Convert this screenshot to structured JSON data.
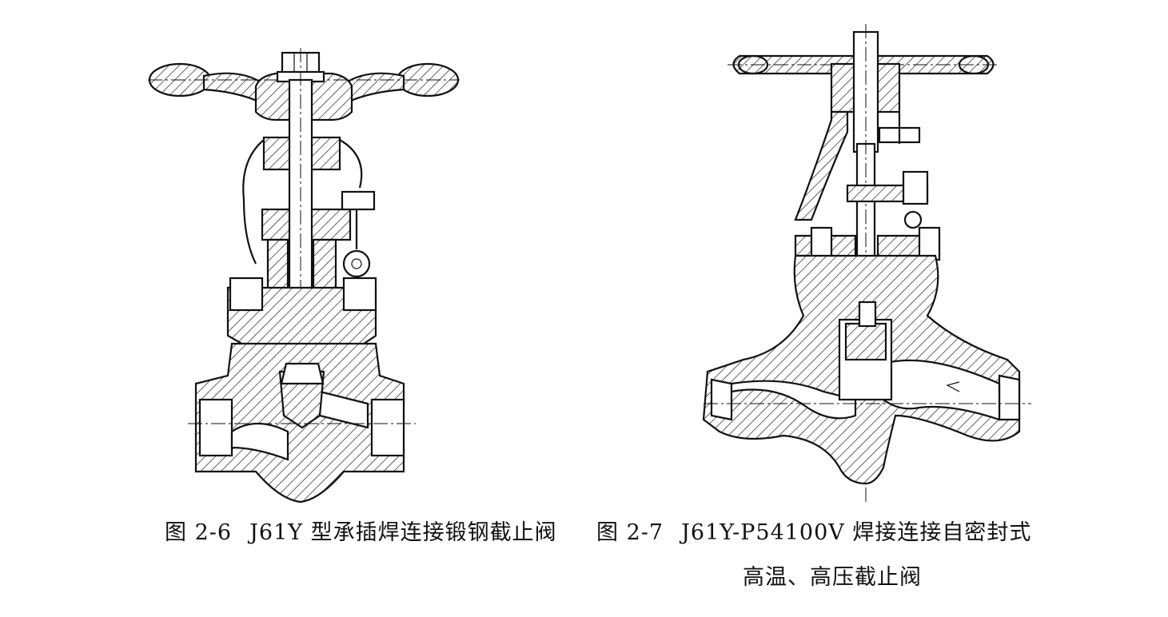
{
  "figures": [
    {
      "number": "图 2-6",
      "title": "J61Y 型承插焊连接锻钢截止阀"
    },
    {
      "number": "图 2-7",
      "title_line1": "J61Y-P54100V 焊接连接自密封式",
      "title_line2": "高温、高压截止阀"
    }
  ]
}
